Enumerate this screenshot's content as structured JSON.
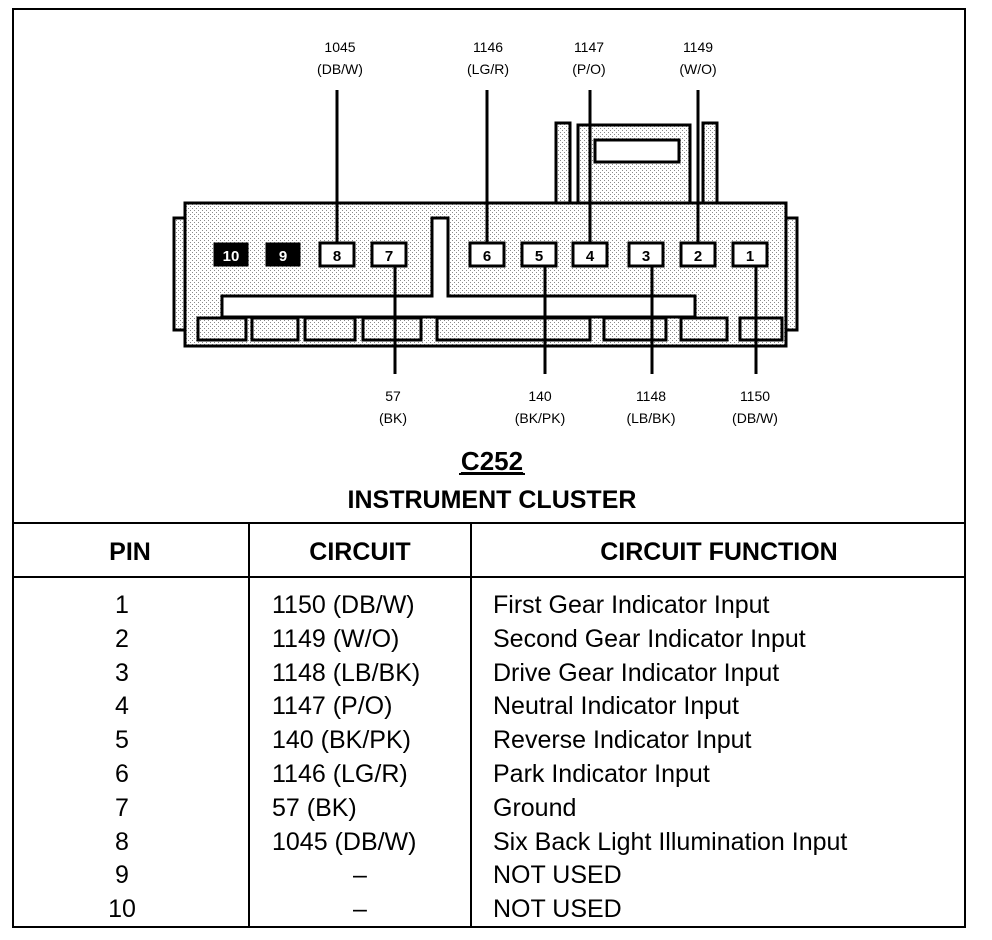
{
  "connector": {
    "id": "C252",
    "name": "INSTRUMENT CLUSTER",
    "top_callouts": [
      {
        "circuit": "1045",
        "color": "(DB/W)",
        "pin": "8"
      },
      {
        "circuit": "1146",
        "color": "(LG/R)",
        "pin": "6"
      },
      {
        "circuit": "1147",
        "color": "(P/O)",
        "pin": "4"
      },
      {
        "circuit": "1149",
        "color": "(W/O)",
        "pin": "2"
      }
    ],
    "bottom_callouts": [
      {
        "circuit": "57",
        "color": "(BK)",
        "pin": "7"
      },
      {
        "circuit": "140",
        "color": "(BK/PK)",
        "pin": "5"
      },
      {
        "circuit": "1148",
        "color": "(LB/BK)",
        "pin": "3"
      },
      {
        "circuit": "1150",
        "color": "(DB/W)",
        "pin": "1"
      }
    ],
    "cavities": [
      {
        "label": "10",
        "filled": true
      },
      {
        "label": "9",
        "filled": true
      },
      {
        "label": "8",
        "filled": false
      },
      {
        "label": "7",
        "filled": false
      },
      {
        "label": "6",
        "filled": false
      },
      {
        "label": "5",
        "filled": false
      },
      {
        "label": "4",
        "filled": false
      },
      {
        "label": "3",
        "filled": false
      },
      {
        "label": "2",
        "filled": false
      },
      {
        "label": "1",
        "filled": false
      }
    ]
  },
  "table": {
    "headers": {
      "pin": "PIN",
      "circuit": "CIRCUIT",
      "function": "CIRCUIT FUNCTION"
    },
    "rows": [
      {
        "pin": "1",
        "circuit": "1150 (DB/W)",
        "function": "First Gear Indicator Input"
      },
      {
        "pin": "2",
        "circuit": "1149 (W/O)",
        "function": "Second Gear Indicator Input"
      },
      {
        "pin": "3",
        "circuit": "1148 (LB/BK)",
        "function": "Drive Gear Indicator Input"
      },
      {
        "pin": "4",
        "circuit": "1147 (P/O)",
        "function": "Neutral Indicator Input"
      },
      {
        "pin": "5",
        "circuit": "140 (BK/PK)",
        "function": "Reverse Indicator Input"
      },
      {
        "pin": "6",
        "circuit": "1146 (LG/R)",
        "function": "Park Indicator Input"
      },
      {
        "pin": "7",
        "circuit": "57 (BK)",
        "function": "Ground"
      },
      {
        "pin": "8",
        "circuit": "1045 (DB/W)",
        "function": "Six Back Light Illumination Input"
      },
      {
        "pin": "9",
        "circuit": "–",
        "function": "NOT USED"
      },
      {
        "pin": "10",
        "circuit": "–",
        "function": "NOT USED"
      }
    ]
  }
}
